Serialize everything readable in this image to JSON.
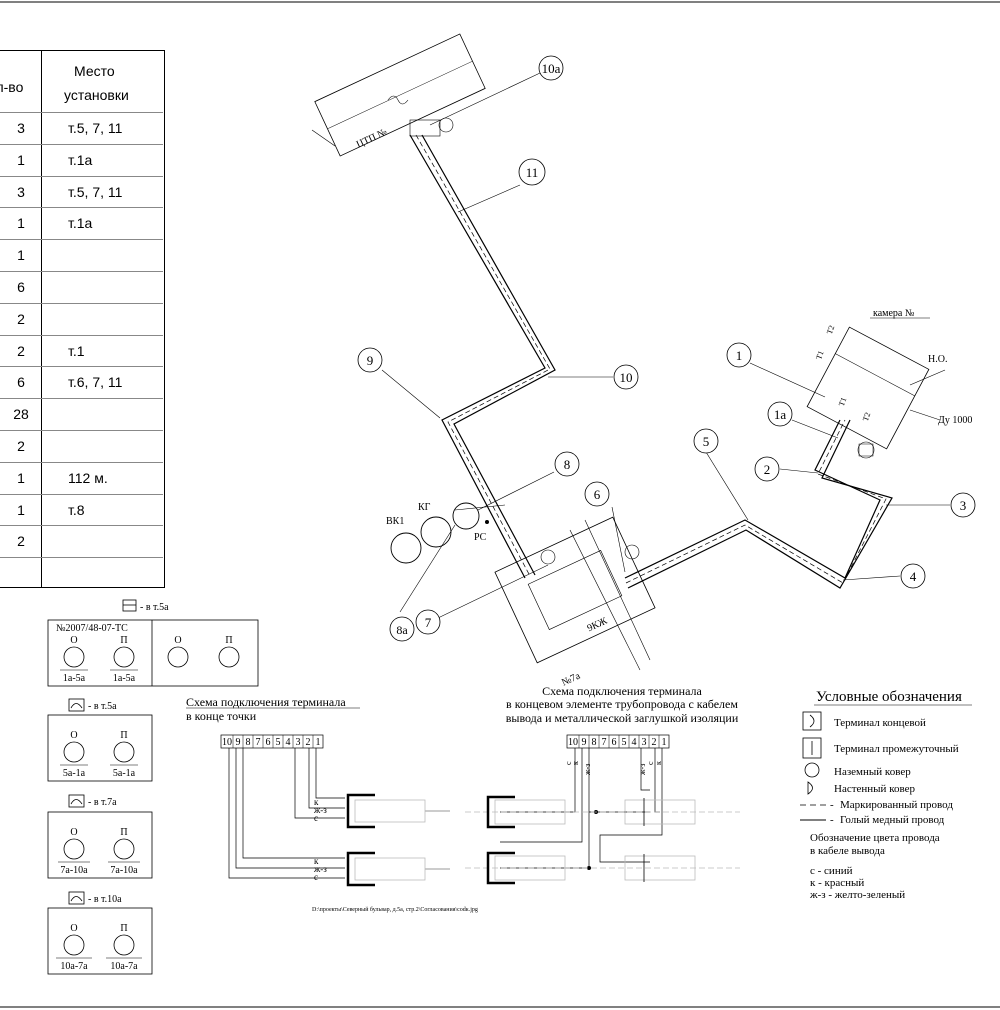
{
  "table": {
    "header_qty": "ол-во",
    "header_place_1": "Место",
    "header_place_2": "установки",
    "rows": [
      {
        "qty": "3",
        "place": "т.5, 7, 11"
      },
      {
        "qty": "1",
        "place": "т.1а"
      },
      {
        "qty": "3",
        "place": "т.5, 7, 11"
      },
      {
        "qty": "1",
        "place": "т.1а"
      },
      {
        "qty": "1",
        "place": ""
      },
      {
        "qty": "6",
        "place": ""
      },
      {
        "qty": "2",
        "place": ""
      },
      {
        "qty": "2",
        "place": "т.1"
      },
      {
        "qty": "6",
        "place": "т.6, 7, 11"
      },
      {
        "qty": "28",
        "place": ""
      },
      {
        "qty": "2",
        "place": ""
      },
      {
        "qty": "1",
        "place": "112 м."
      },
      {
        "qty": "1",
        "place": "т.8"
      },
      {
        "qty": "2",
        "place": ""
      },
      {
        "qty": "",
        "place": ""
      }
    ]
  },
  "plan": {
    "ctp_label": "ЦТП №",
    "camera_label": "камера №",
    "no_label": "Н.О.",
    "du_label": "Ду 1000",
    "t1": "T1",
    "t2": "T2",
    "chamber_9kzh": "9КЖ",
    "chamber_7a": "№7а",
    "vk1": "ВК1",
    "kg": "КГ",
    "rs": "РС",
    "points": [
      "1",
      "1а",
      "2",
      "3",
      "4",
      "5",
      "6",
      "7",
      "8",
      "8а",
      "9",
      "10",
      "10а",
      "11"
    ]
  },
  "boxes": {
    "box1_code": "№2007/48-07-ТС",
    "box1_note": "- в т.5а",
    "o": "О",
    "p": "П",
    "box1_lbl": "1а-5а",
    "box2_note": "- в т.5а",
    "box2_lbl": "5а-1а",
    "box3_note": "- в т.7а",
    "box3_lbl": "7а-10а",
    "box4_note": "- в т.10а",
    "box4_lbl": "10а-7а"
  },
  "schemes": {
    "left_title_1": "Схема подключения терминала",
    "left_title_2": "в конце точки",
    "right_title_1": "Схема подключения терминала",
    "right_title_2": "в концевом элементе трубопровода с кабелем",
    "right_title_3": "вывода и металлической заглушкой изоляции",
    "terminals": [
      "10",
      "9",
      "8",
      "7",
      "6",
      "5",
      "4",
      "3",
      "2",
      "1"
    ],
    "wire_k": "к",
    "wire_zhz": "ж-з",
    "wire_s": "с",
    "path": "D:\\проекты\\Северный бульвар, д.5а, стр.2\\Согласования\\сodк.jpg"
  },
  "legend": {
    "title": "Условные обозначения",
    "items": [
      "Терминал концевой",
      "Терминал промежуточный",
      "Наземный ковер",
      "Настенный ковер",
      "Маркированный провод",
      "Голый медный провод"
    ],
    "color_title_1": "Обозначение цвета провода",
    "color_title_2": "в кабеле вывода",
    "colors": [
      "с - синий",
      "к - красный",
      "ж-з - желто-зеленый"
    ]
  }
}
